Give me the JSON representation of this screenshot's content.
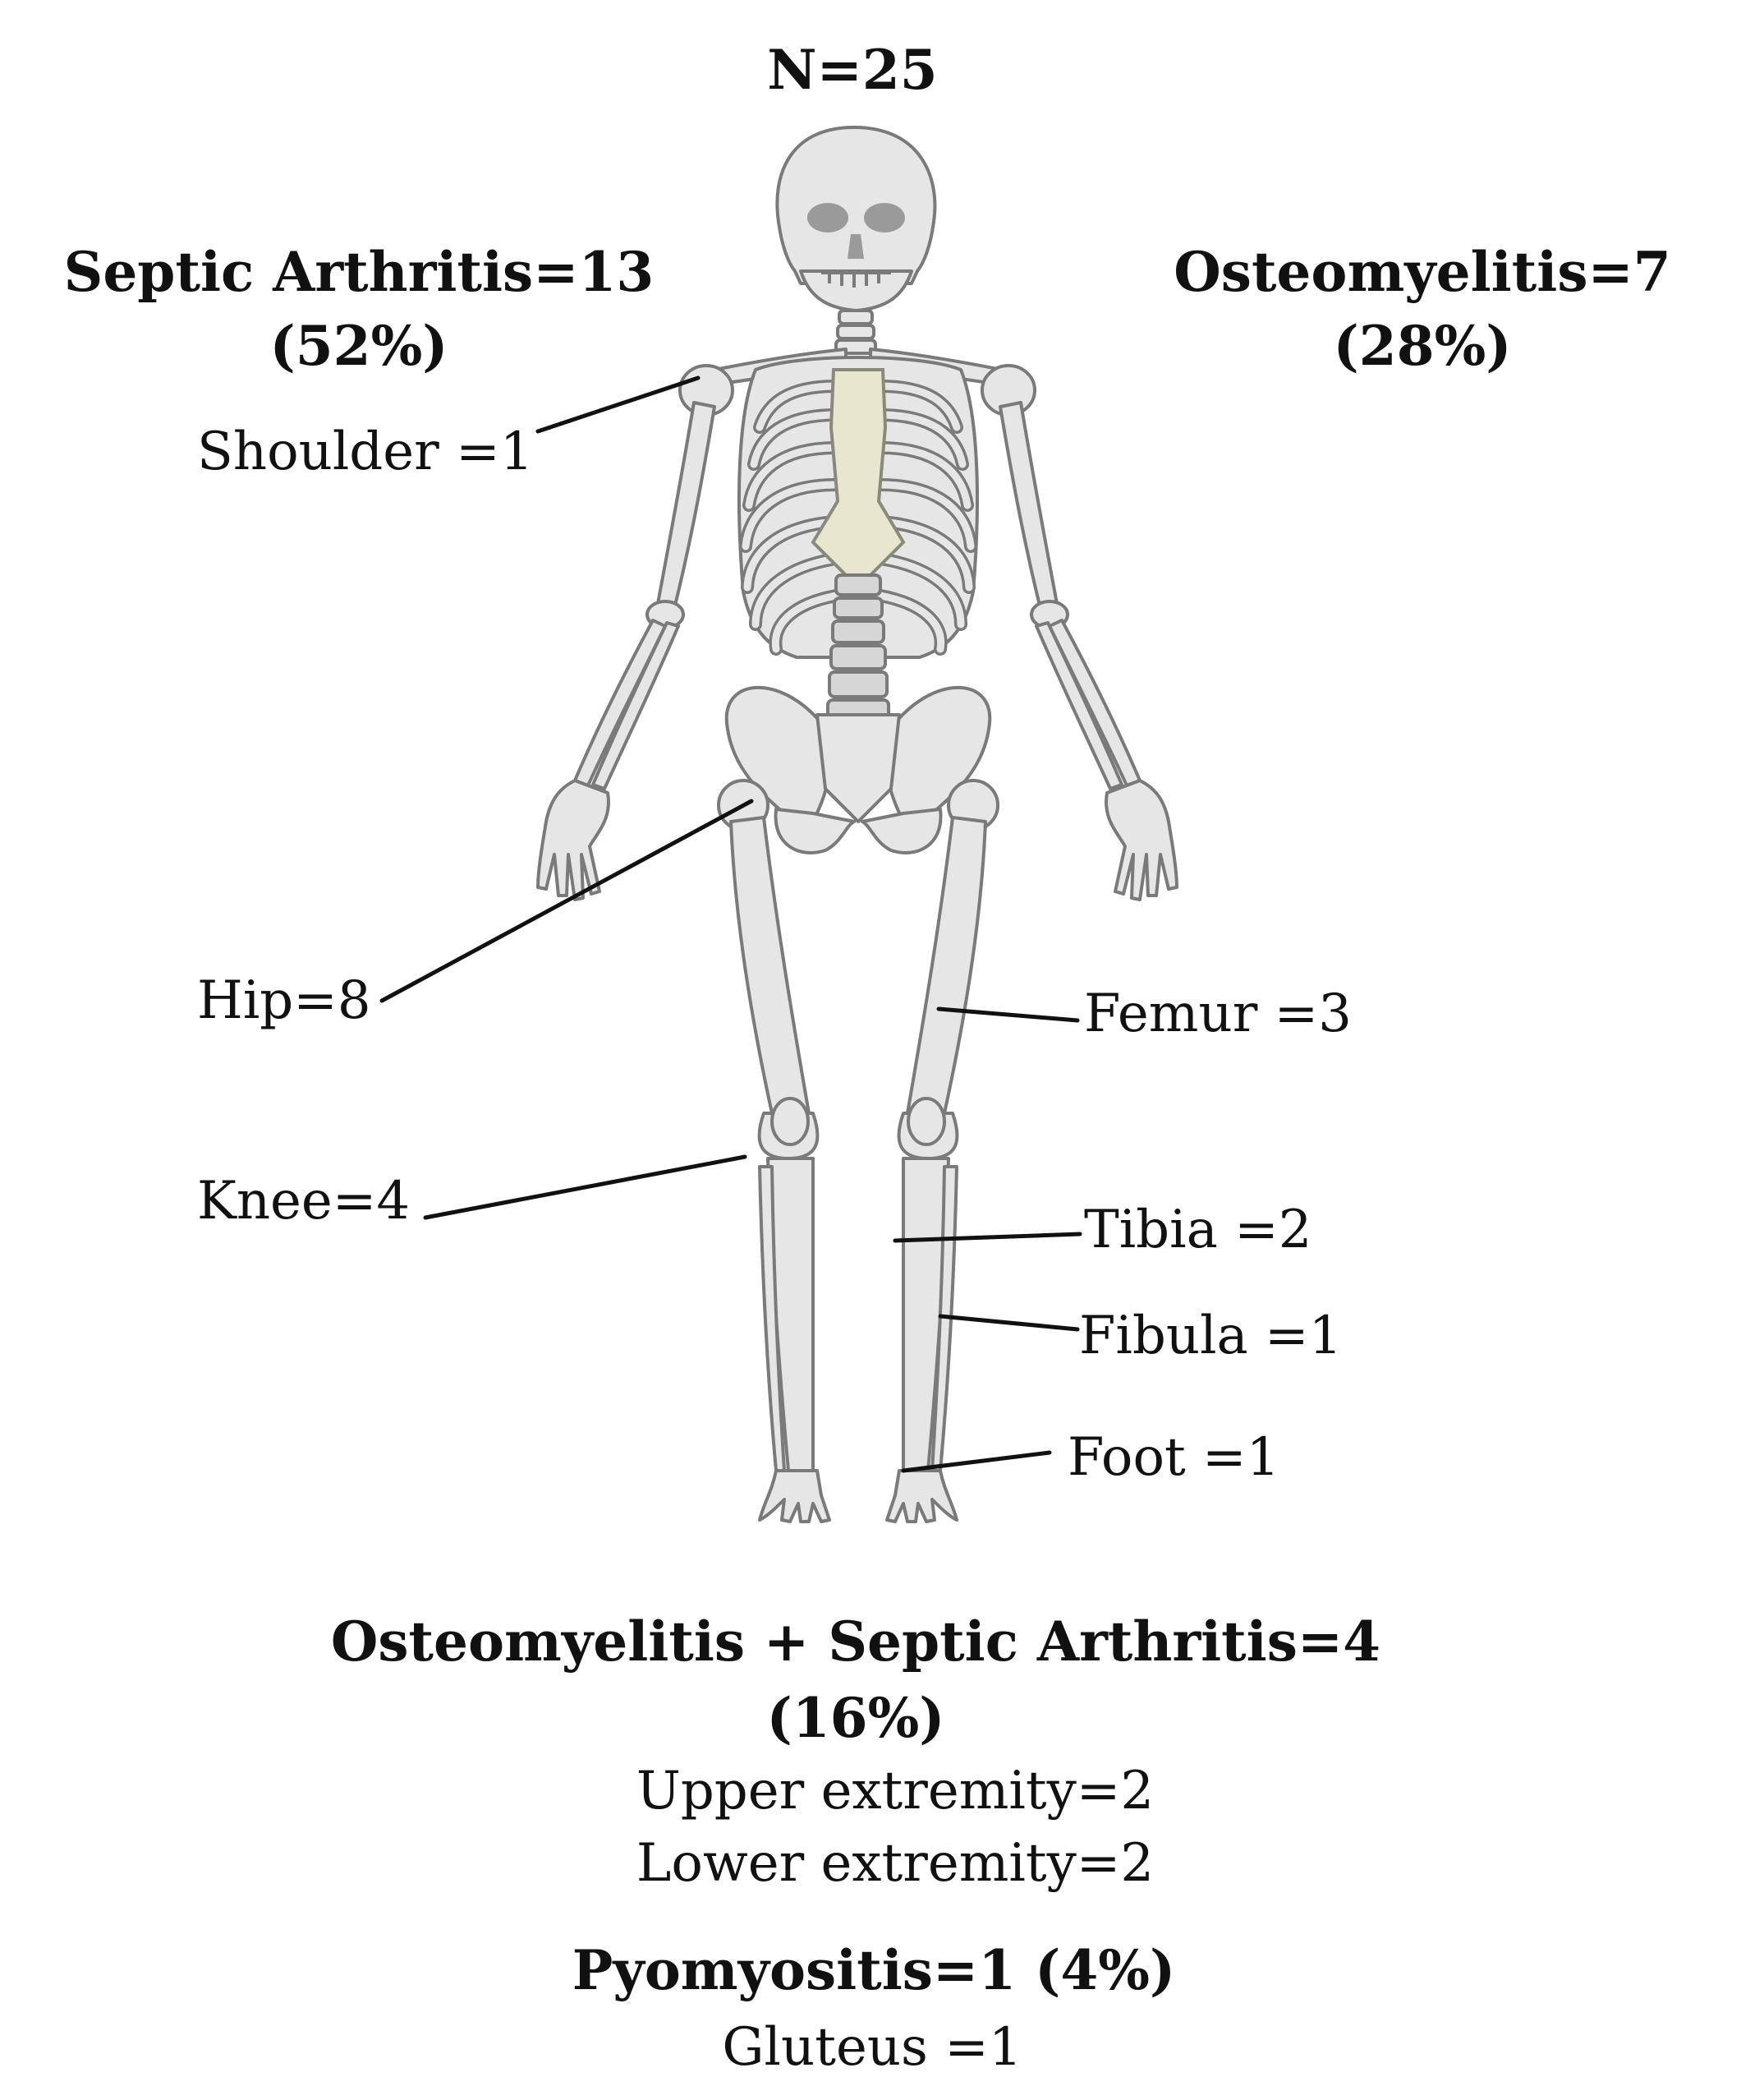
{
  "total": "N=25",
  "septic_arthritis": {
    "title": "Septic Arthritis=13",
    "percent": "(52%)",
    "sites": {
      "shoulder": "Shoulder =1",
      "hip": "Hip=8",
      "knee": "Knee=4"
    }
  },
  "osteomyelitis": {
    "title": "Osteomyelitis=7",
    "percent": "(28%)",
    "sites": {
      "femur": "Femur =3",
      "tibia": "Tibia =2",
      "fibula": "Fibula =1",
      "foot": "Foot =1"
    }
  },
  "combined": {
    "title": "Osteomyelitis + Septic Arthritis=4",
    "percent": "(16%)",
    "upper": "Upper extremity=2",
    "lower": "Lower extremity=2"
  },
  "pyomyositis": {
    "title": "Pyomyositis=1 (4%)",
    "gluteus": "Gluteus =1"
  },
  "colors": {
    "bone_fill": "#e6e6e6",
    "bone_stroke": "#7a7a7a",
    "sternum_fill": "#e8e6cf",
    "leader_line": "#111111"
  }
}
